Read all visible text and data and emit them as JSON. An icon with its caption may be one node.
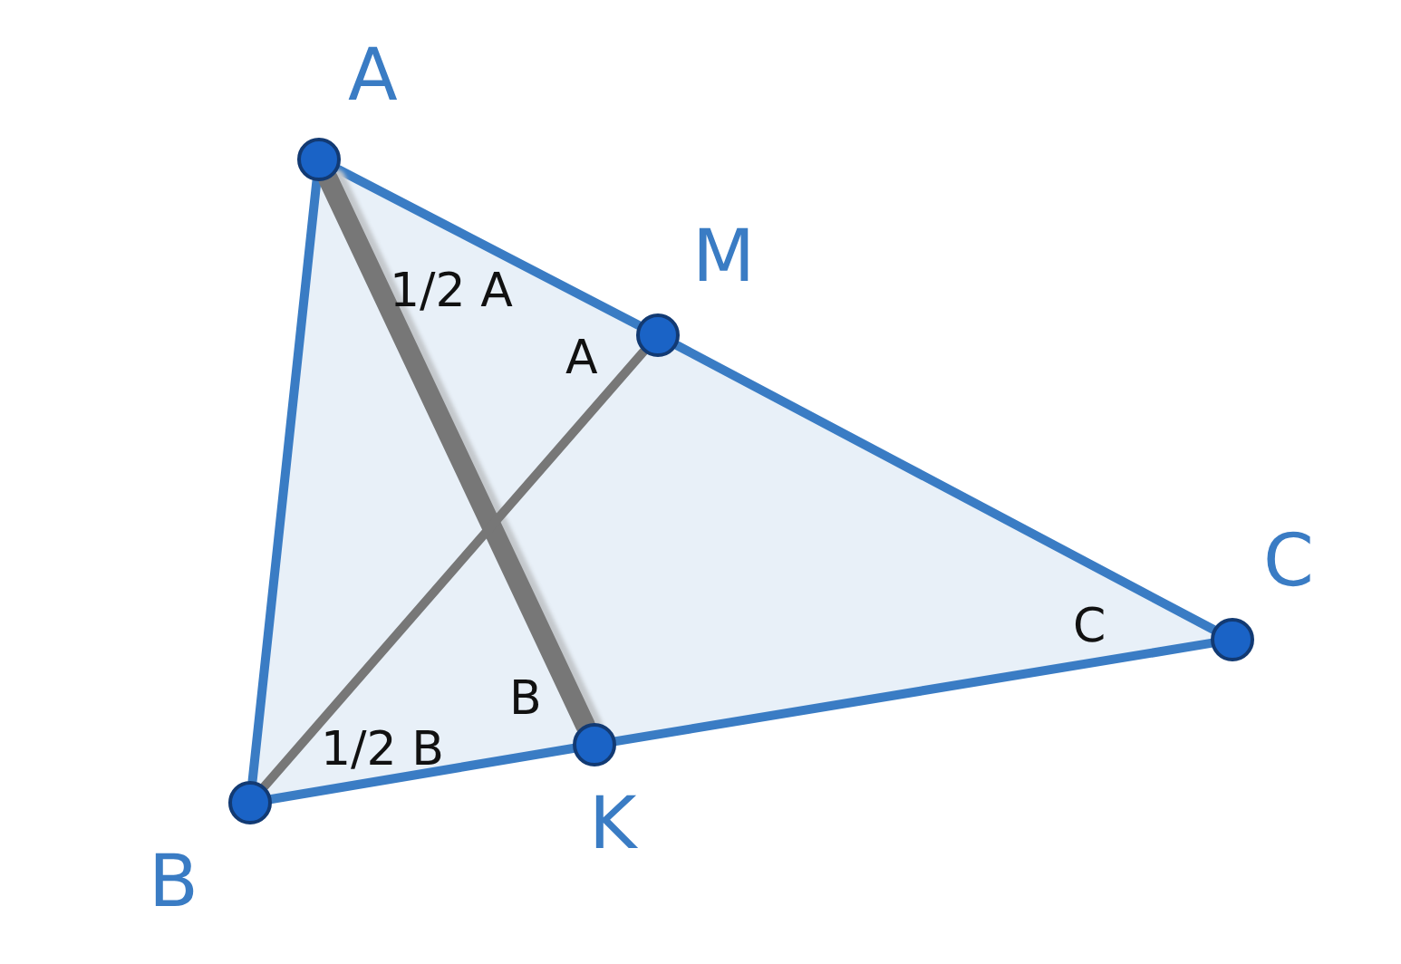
{
  "diagram": {
    "nodes": [
      {
        "text": [
          "A"
        ]
      },
      {
        "text": [
          "M"
        ]
      },
      {
        "text": [
          "C"
        ]
      },
      {
        "text": [
          "K"
        ]
      },
      {
        "text": [
          "B"
        ]
      }
    ],
    "edges": [
      {
        "from": 0,
        "to": 1,
        "arrow": "none"
      },
      {
        "from": 1,
        "to": 2,
        "arrow": "none"
      },
      {
        "from": 0,
        "to": 4,
        "arrow": "none"
      },
      {
        "from": 4,
        "to": 3,
        "arrow": "none"
      },
      {
        "from": 3,
        "to": 2,
        "arrow": "none"
      },
      {
        "from": 0,
        "to": 3,
        "arrow": "none",
        "style": "thick",
        "color": "#777777"
      },
      {
        "from": 4,
        "to": 1,
        "arrow": "none",
        "color": "#777777"
      }
    ],
    "labels": [
      "1/2 A",
      "A",
      "C",
      "B",
      "1/2 B"
    ]
  }
}
